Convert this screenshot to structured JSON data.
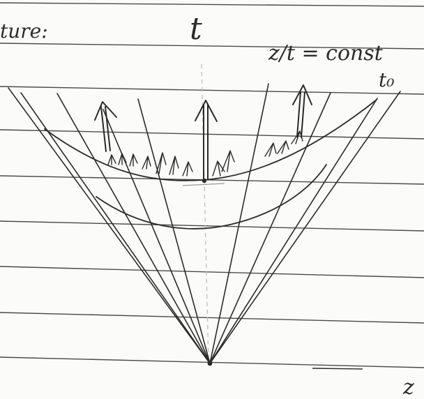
{
  "labels": {
    "top_left_fragment": "ture:",
    "time_axis": "t",
    "ratio_label": "z/t = const",
    "curve_label": "t₀",
    "space_axis": "z"
  },
  "colors": {
    "paper": "#fbfbfa",
    "rule_line": "#4a4a4a",
    "pencil_ink": "#2a2a2a",
    "faint_axis": "#bdbdbd"
  }
}
